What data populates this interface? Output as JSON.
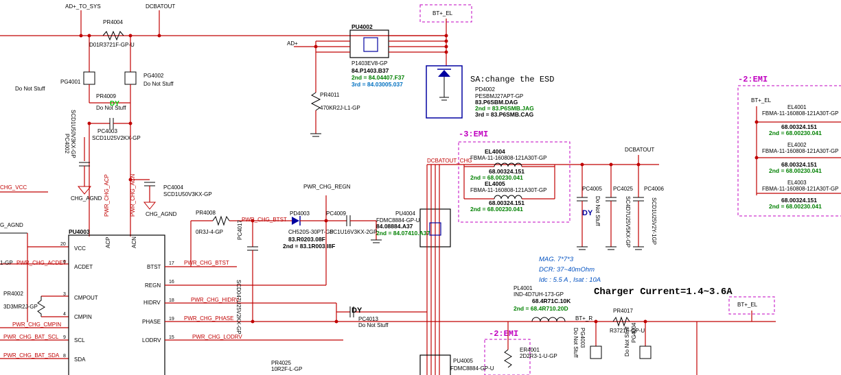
{
  "nets": {
    "ad_to_sys": "AD+_TO_SYS",
    "dcbatout_top": "DCBATOUT",
    "bt_el_top": "BT+_EL",
    "ad_plus": "AD+",
    "chg_vcc": "CHG_VCC",
    "chg_agnd_left": "CHG_AGND",
    "chg_agnd1": "CHG_AGND",
    "chg_agnd2": "CHG_AGND",
    "pwr_chg_acp": "PWR_CHG_ACP",
    "pwr_chg_acn": "PWR_CHG_ACN",
    "pwr_chg_regn": "PWR_CHG_REGN",
    "pwr_chg_btst_top": "PWR_CHG_BTST",
    "pwr_chg_acdet": "PWR_CHG_ACDET",
    "pwr_chg_btst": "PWR_CHG_BTST",
    "pwr_chg_hidrv": "PWR_CHG_HIDRV",
    "pwr_chg_phase": "PWR_CHG_PHASE",
    "pwr_chg_lodrv": "PWR_CHG_LODRV",
    "pwr_chg_cmpin": "PWR_CHG_CMPIN",
    "pwr_chg_bat_scl": "PWR_CHG_BAT_SCL",
    "pwr_chg_bat_sda": "PWR_CHG_BAT_SDA",
    "dcbatout_chg": "DCBATOUT_CHG",
    "dcbatout_right": "DCBATOUT",
    "bt_el_right": "BT+_EL",
    "bt_el_bottom": "BT+_EL",
    "bt_r": "BT+_R"
  },
  "components": {
    "pr4004": {
      "ref": "PR4004",
      "value": "D01R3721F-GP-U"
    },
    "pg4001": {
      "ref": "PG4001"
    },
    "pg4002": {
      "ref": "PG4002",
      "note": "Do Not Stuff"
    },
    "do_not_stuff_left": "Do Not Stuff",
    "pr4009": {
      "ref": "PR4009",
      "note": "Do Not Stuff"
    },
    "pc4003": {
      "ref": "PC4003",
      "value": "SCD1U25V2KX-GP"
    },
    "pc4002": {
      "ref": "PC4002",
      "value": "SCD1U50V3KX-GP"
    },
    "pc4004": {
      "ref": "PC4004",
      "value": "SCD1U50V3KX-GP"
    },
    "pu4002": {
      "ref": "PU4002",
      "value": "P1403EV8-GP",
      "pn": "84.P1403.B37",
      "second": "2nd = 84.04407.F37",
      "third": "3rd = 84.03005.037"
    },
    "pr4011": {
      "ref": "PR4011",
      "value": "470KR2J-L1-GP"
    },
    "pd4002": {
      "ref": "PD4002",
      "value": "PESBMJ27APT-GP",
      "pn": "83.P6SBM.DAG",
      "second": "2nd = 83.P6SMB.JAG",
      "third": "3rd = 83.P6SMB.CAG"
    },
    "el4004": {
      "ref": "EL4004",
      "value": "FBMA-11-160808-121A30T-GP",
      "pn": "68.00324.151",
      "second": "2nd = 68.00230.041"
    },
    "el4005": {
      "ref": "EL4005",
      "value": "FBMA-11-160808-121A30T-GP",
      "pn": "68.00324.151",
      "second": "2nd = 68.00230.041"
    },
    "el4001": {
      "ref": "EL4001",
      "value": "FBMA-11-160808-121A30T-GP",
      "pn": "68.00324.151",
      "second": "2nd = 68.00230.041"
    },
    "el4002": {
      "ref": "EL4002",
      "value": "FBMA-11-160808-121A30T-GP",
      "pn": "68.00324.151",
      "second": "2nd = 68.00230.041"
    },
    "el4003": {
      "ref": "EL4003",
      "value": "FBMA-11-160808-121A30T-GP",
      "pn": "68.00324.151",
      "second": "2nd = 68.00230.041"
    },
    "pc4005": {
      "ref": "PC4005",
      "note": "Do Not Stuff"
    },
    "pc4025": {
      "ref": "PC4025",
      "value": "SC4D7U25V5KX-GP"
    },
    "pc4006": {
      "ref": "PC4006",
      "value": "SCD1U25V2Y-1GP"
    },
    "pr4008": {
      "ref": "PR4008",
      "value": "0R3J-4-GP"
    },
    "pc4017": {
      "ref": "PC4017",
      "value": "SCD047U25V2KX-GP"
    },
    "pd4003": {
      "ref": "PD4003",
      "value": "CH520S-30PT-GP",
      "pn": "83.R0203.08F",
      "second": "2nd = 83.1R003.I8F"
    },
    "pc4009": {
      "ref": "PC4009",
      "value": "SC1U16V3KX-2GP"
    },
    "pu4004": {
      "ref": "PU4004",
      "value": "FDMC8884-GP-U",
      "pn": "84.08884.A37",
      "second": "2nd = 84.07410.A37"
    },
    "pu4003": {
      "ref": "PU4003"
    },
    "pr4002": {
      "ref": "PR4002",
      "value": "3D3MR2J-GP"
    },
    "pc4013": {
      "ref": "PC4013",
      "note": "Do Not Stuff"
    },
    "pl4001": {
      "ref": "PL4001",
      "value": "IND-4D7UH-173-GP",
      "pn": "68.4R71C.10K",
      "second": "2nd = 68.4R710.20D"
    },
    "pr4017": {
      "ref": "PR4017",
      "value": "R3721F-GP-U"
    },
    "er4001": {
      "ref": "ER4001",
      "value": "2D2R3-1-U-GP"
    },
    "pu4005": {
      "ref": "PU4005",
      "value": "FDMC8884-GP-U"
    },
    "pr4025": {
      "ref": "PR4025",
      "value": "10R2F-L-GP"
    },
    "pg4003": {
      "ref": "PG4003",
      "note": "Do Not Stuff"
    },
    "pg4004": {
      "ref": "PG4004",
      "note": "Do Not Stuff"
    },
    "pg4001_label_left": "1-GP",
    "agnd_left_fragment": "G_AGND"
  },
  "ic_pins": {
    "vcc": "VCC",
    "acdet": "ACDET",
    "cmpout": "CMPOUT",
    "cmpin": "CMPIN",
    "scl": "SCL",
    "sda": "SDA",
    "acp": "ACP",
    "acn": "ACN",
    "btst": "BTST",
    "regn": "REGN",
    "hidrv": "HIDRV",
    "phase": "PHASE",
    "lodrv": "LODRV"
  },
  "pin_numbers": {
    "vcc": "20",
    "acdet": "6",
    "cmpout": "3",
    "cmpin": "4",
    "scl": "9",
    "sda": "8",
    "btst": "17",
    "regn": "16",
    "hidrv": "18",
    "phase": "19",
    "lodrv": "15"
  },
  "annotations": {
    "esd_note": "SA:change the ESD",
    "emi3": "-3:EMI",
    "emi2_right": "-2:EMI",
    "emi2_bottom": "-2:EMI",
    "mag": "MAG. 7*7*3",
    "dcr": "DCR: 37~40mOhm",
    "idc": "Idc : 5.5 A , Isat : 10A",
    "charger_current": "Charger Current=1.4~3.6A",
    "dy1": "DY",
    "dy2": "DY",
    "dy3": "DY"
  },
  "colors": {
    "wire": "#c00000",
    "text": "#000000",
    "green": "#008000",
    "cyan": "#0070c0",
    "magenta": "#c000c0",
    "blue": "#0050c0"
  }
}
